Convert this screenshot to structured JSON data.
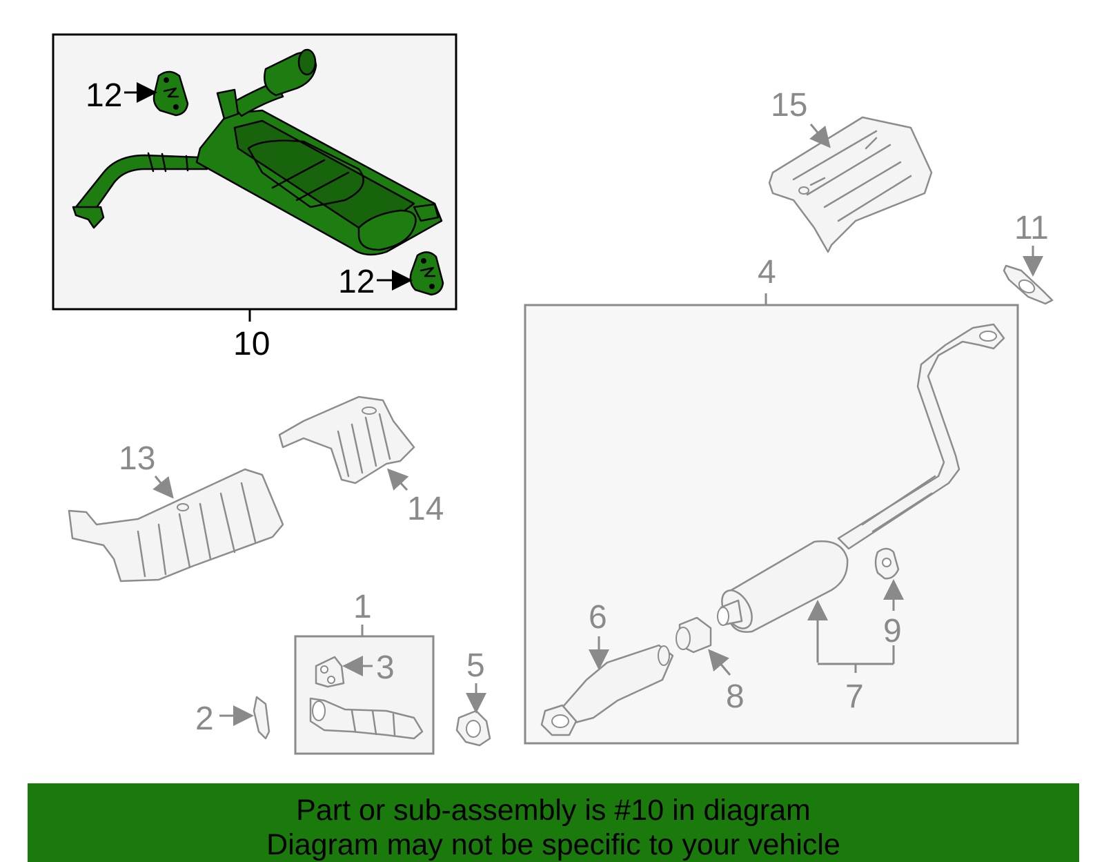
{
  "diagram": {
    "labels": {
      "p1": "1",
      "p2": "2",
      "p3": "3",
      "p4": "4",
      "p5": "5",
      "p6": "6",
      "p7": "7",
      "p8": "8",
      "p9": "9",
      "p10": "10",
      "p11": "11",
      "p12a": "12",
      "p12b": "12",
      "p13": "13",
      "p14": "14",
      "p15": "15"
    },
    "highlight_color": "#1e7d10"
  },
  "banner": {
    "line1": "Part or sub-assembly is #10 in diagram",
    "line2": "Diagram may not be specific to your vehicle",
    "background": "#1a7a0c"
  }
}
